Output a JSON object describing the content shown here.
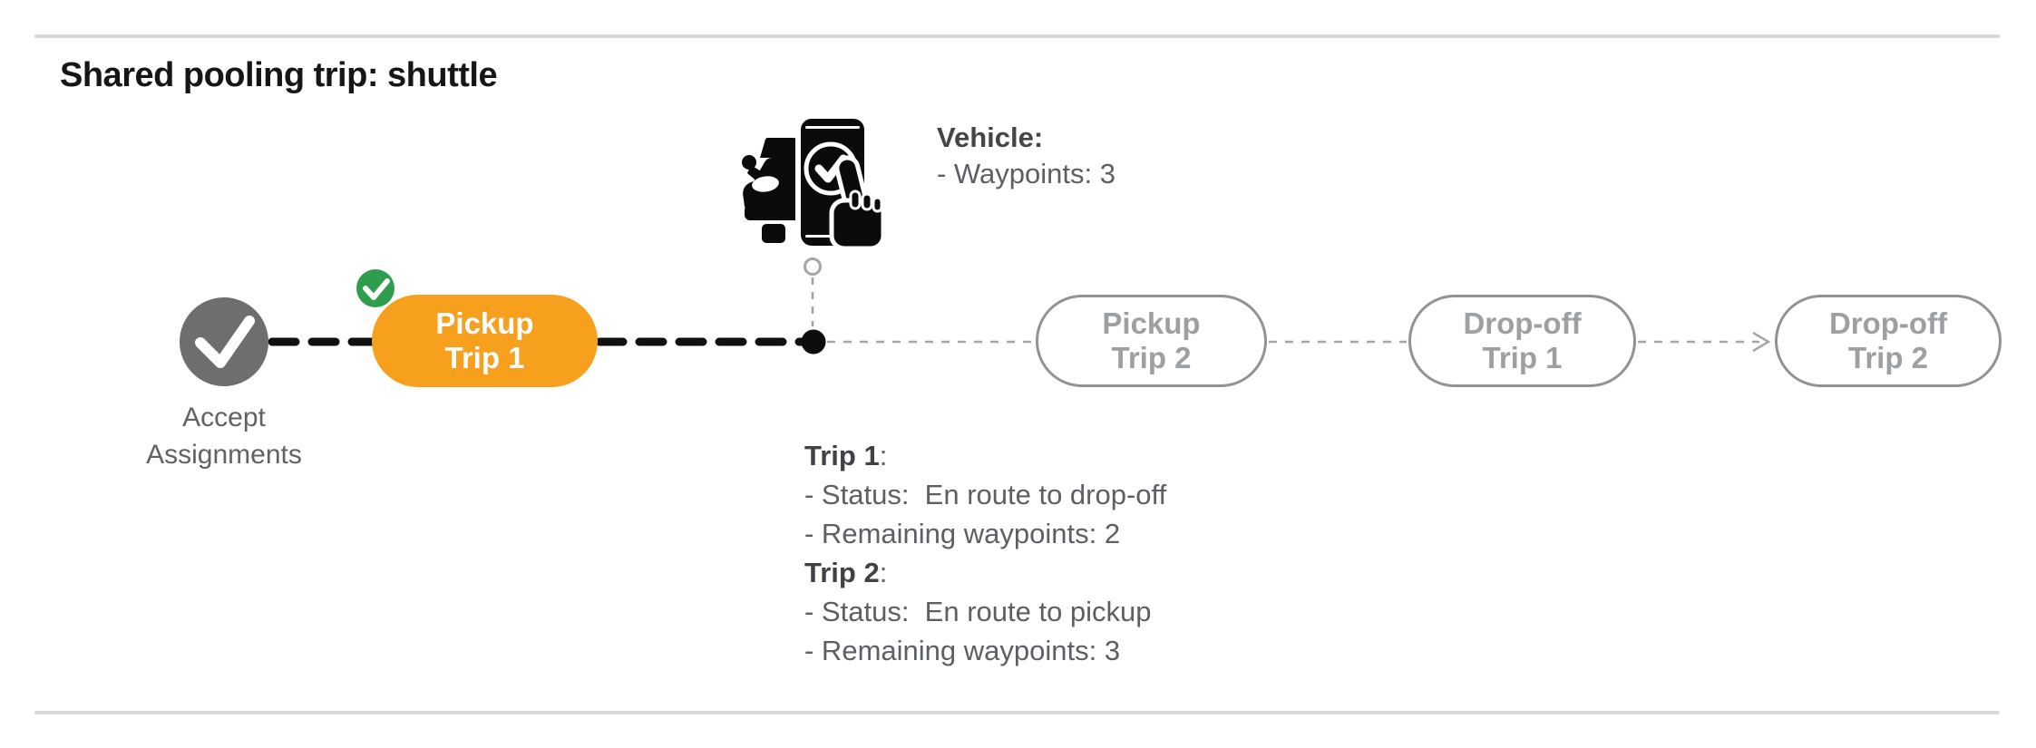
{
  "title": "Shared pooling trip: shuttle",
  "colors": {
    "accent_orange": "#F6A01E",
    "success_green": "#2F9D4E",
    "completed_gray": "#6E6E6E",
    "pill_outline": "#909396",
    "muted_text": "#9CA0A3",
    "body_text": "#5C6064",
    "divider": "#D9D9D9"
  },
  "accept_node": {
    "icon": "check-icon",
    "label_line1": "Accept",
    "label_line2": "Assignments"
  },
  "pills": {
    "p1": {
      "line1": "Pickup",
      "line2": "Trip 1",
      "state": "active",
      "badge": "check-badge-icon"
    },
    "p2": {
      "line1": "Pickup",
      "line2": "Trip 2",
      "state": "pending"
    },
    "p3": {
      "line1": "Drop-off",
      "line2": "Trip 1",
      "state": "pending"
    },
    "p4": {
      "line1": "Drop-off",
      "line2": "Trip 2",
      "state": "pending"
    }
  },
  "vehicle_info": {
    "icon": "car-with-phone-check-icon",
    "heading": "Vehicle:",
    "waypoints": "- Waypoints: 3"
  },
  "trip_info": {
    "t1_heading": "Trip 1",
    "t1_colon": ":",
    "t1_status": "- Status:  En route to drop-off",
    "t1_remaining": "- Remaining waypoints: 2",
    "t2_heading": "Trip 2",
    "t2_colon": ":",
    "t2_status": "- Status:  En route to pickup",
    "t2_remaining": "- Remaining waypoints: 3"
  }
}
